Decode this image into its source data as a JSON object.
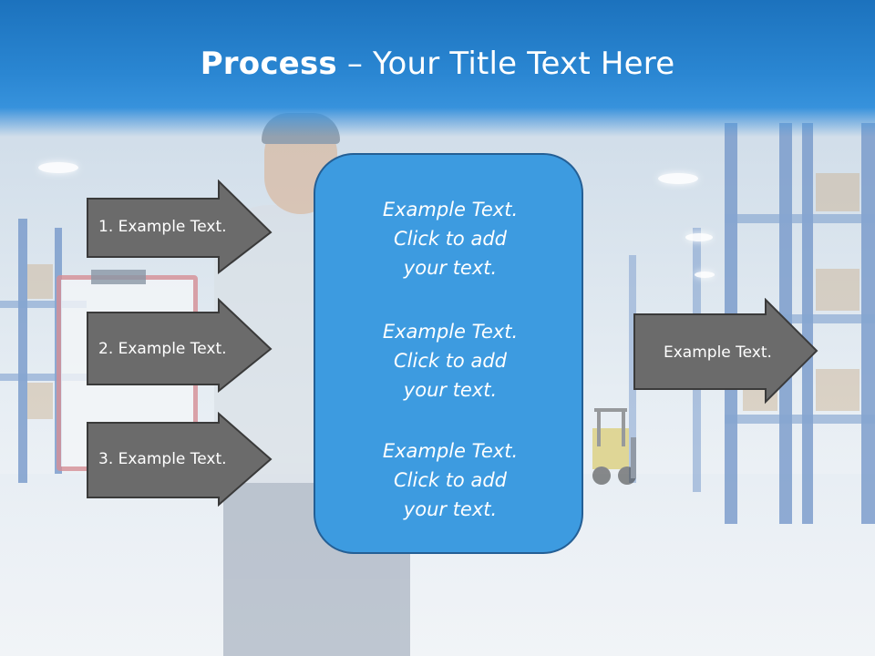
{
  "slide": {
    "title_bold": "Process",
    "title_rest": " – Your Title Text Here"
  },
  "inputs": [
    {
      "label": "1. Example Text."
    },
    {
      "label": "2. Example Text."
    },
    {
      "label": "3. Example Text."
    }
  ],
  "center": {
    "blocks": [
      {
        "line1": "Example Text.",
        "line2": "Click  to add",
        "line3": "your text."
      },
      {
        "line1": "Example Text.",
        "line2": "Click  to add",
        "line3": "your text."
      },
      {
        "line1": "Example Text.",
        "line2": "Click  to add",
        "line3": "your text."
      }
    ]
  },
  "output": {
    "label": "Example Text."
  },
  "colors": {
    "header": "#2a86d2",
    "center_box": "#3d9be0",
    "center_box_border": "#245f95",
    "arrow_fill": "#6b6b6b",
    "arrow_border": "#3a3a3a",
    "text": "#ffffff"
  }
}
